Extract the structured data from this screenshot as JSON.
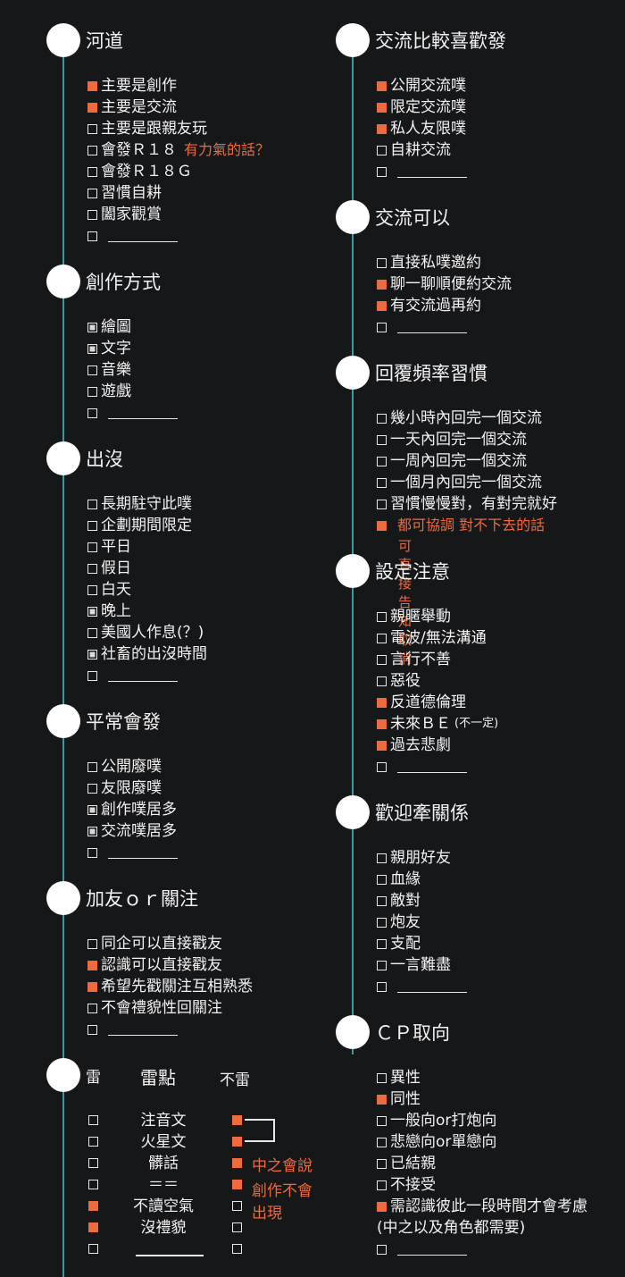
{
  "left": {
    "river": {
      "title": "河道",
      "items": [
        {
          "state": "orange",
          "text": "主要是創作"
        },
        {
          "state": "orange",
          "text": "主要是交流"
        },
        {
          "state": "empty",
          "text": "主要是跟親友玩"
        },
        {
          "state": "empty",
          "text": "會發Ｒ１８",
          "note": "有力氣的話？"
        },
        {
          "state": "empty",
          "text": "會發Ｒ１８Ｇ"
        },
        {
          "state": "empty",
          "text": "習慣自耕"
        },
        {
          "state": "empty",
          "text": "闔家觀賞"
        },
        {
          "state": "empty",
          "text": "",
          "blank": true
        }
      ]
    },
    "method": {
      "title": "創作方式",
      "items": [
        {
          "state": "white",
          "text": "繪圖"
        },
        {
          "state": "white",
          "text": "文字"
        },
        {
          "state": "empty",
          "text": "音樂"
        },
        {
          "state": "empty",
          "text": "遊戲"
        },
        {
          "state": "empty",
          "text": "",
          "blank": true
        }
      ]
    },
    "appear": {
      "title": "出沒",
      "items": [
        {
          "state": "empty",
          "text": "長期駐守此噗"
        },
        {
          "state": "empty",
          "text": "企劃期間限定"
        },
        {
          "state": "empty",
          "text": "平日"
        },
        {
          "state": "empty",
          "text": "假日"
        },
        {
          "state": "empty",
          "text": "白天"
        },
        {
          "state": "white",
          "text": "晚上"
        },
        {
          "state": "empty",
          "text": "美國人作息(？)"
        },
        {
          "state": "white",
          "text": "社畜的出沒時間"
        },
        {
          "state": "empty",
          "text": "",
          "blank": true
        }
      ]
    },
    "usual": {
      "title": "平常會發",
      "items": [
        {
          "state": "empty",
          "text": "公開廢噗"
        },
        {
          "state": "empty",
          "text": "友限廢噗"
        },
        {
          "state": "white",
          "text": "創作噗居多"
        },
        {
          "state": "white",
          "text": "交流噗居多"
        },
        {
          "state": "empty",
          "text": "",
          "blank": true
        }
      ]
    },
    "follow": {
      "title": "加友ｏｒ關注",
      "items": [
        {
          "state": "empty",
          "text": "同企可以直接戳友"
        },
        {
          "state": "orange",
          "text": "認識可以直接戳友"
        },
        {
          "state": "orange",
          "text": "希望先戳關注互相熟悉"
        },
        {
          "state": "empty",
          "text": "不會禮貌性回關注"
        },
        {
          "state": "empty",
          "text": "",
          "blank": true
        }
      ]
    },
    "mine": {
      "title_left": "雷",
      "title_mid": "雷點",
      "title_right": "不雷",
      "rows": [
        {
          "left": "empty",
          "text": "注音文",
          "right": "orange"
        },
        {
          "left": "empty",
          "text": "火星文",
          "right": "orange"
        },
        {
          "left": "empty",
          "text": "髒話",
          "right": "orange"
        },
        {
          "left": "empty",
          "text": "＝＝",
          "right": "orange"
        },
        {
          "left": "orange",
          "text": "不讀空氣",
          "right": "empty"
        },
        {
          "left": "orange",
          "text": "沒禮貌",
          "right": "empty"
        },
        {
          "left": "empty",
          "text": "",
          "right": "empty",
          "blank": true
        }
      ],
      "note_line1": "中之會說",
      "note_line2": "創作不會出現"
    }
  },
  "right": {
    "prefer": {
      "title": "交流比較喜歡發",
      "items": [
        {
          "state": "orange",
          "text": "公開交流噗"
        },
        {
          "state": "orange",
          "text": "限定交流噗"
        },
        {
          "state": "orange",
          "text": "私人友限噗"
        },
        {
          "state": "empty",
          "text": "自耕交流"
        },
        {
          "state": "empty",
          "text": "",
          "blank": true
        }
      ]
    },
    "ok": {
      "title": "交流可以",
      "items": [
        {
          "state": "empty",
          "text": "直接私噗邀約"
        },
        {
          "state": "orange",
          "text": "聊一聊順便約交流"
        },
        {
          "state": "orange",
          "text": "有交流過再約"
        },
        {
          "state": "empty",
          "text": "",
          "blank": true
        }
      ]
    },
    "reply": {
      "title": "回覆頻率習慣",
      "items": [
        {
          "state": "empty",
          "text": "幾小時內回完一個交流"
        },
        {
          "state": "empty",
          "text": "一天內回完一個交流"
        },
        {
          "state": "empty",
          "text": "一周內回完一個交流"
        },
        {
          "state": "empty",
          "text": "一個月內回完一個交流"
        },
        {
          "state": "empty",
          "text": "習慣慢慢對，有對完就好"
        },
        {
          "state": "orange",
          "text": "",
          "note": "都可協調 對不下去的話"
        }
      ],
      "note_line2": "可直接告知取消"
    },
    "setting": {
      "title": "設定注意",
      "items": [
        {
          "state": "empty",
          "text": "親暱舉動"
        },
        {
          "state": "empty",
          "text": "電波/無法溝通"
        },
        {
          "state": "empty",
          "text": "言行不善"
        },
        {
          "state": "empty",
          "text": "惡役"
        },
        {
          "state": "orange",
          "text": "反道德倫理"
        },
        {
          "state": "orange",
          "text": "未來ＢＥ",
          "small": "(不一定)"
        },
        {
          "state": "orange",
          "text": "過去悲劇"
        },
        {
          "state": "empty",
          "text": "",
          "blank": true
        }
      ]
    },
    "relation": {
      "title": "歡迎牽關係",
      "items": [
        {
          "state": "empty",
          "text": "親朋好友"
        },
        {
          "state": "empty",
          "text": "血緣"
        },
        {
          "state": "empty",
          "text": "敵對"
        },
        {
          "state": "empty",
          "text": "炮友"
        },
        {
          "state": "empty",
          "text": "支配"
        },
        {
          "state": "empty",
          "text": "一言難盡"
        },
        {
          "state": "empty",
          "text": "",
          "blank": true
        }
      ]
    },
    "cp": {
      "title": "ＣＰ取向",
      "items": [
        {
          "state": "empty",
          "text": "異性"
        },
        {
          "state": "orange",
          "text": "同性"
        },
        {
          "state": "empty",
          "text": "一般向or打炮向"
        },
        {
          "state": "empty",
          "text": "悲戀向or單戀向"
        },
        {
          "state": "empty",
          "text": "已結親"
        },
        {
          "state": "empty",
          "text": "不接受"
        },
        {
          "state": "orange",
          "text": "需認識彼此一段時間才會考慮"
        },
        {
          "state": "none",
          "text": "(中之以及角色都需要)"
        },
        {
          "state": "empty",
          "text": "",
          "blank": true
        }
      ]
    }
  },
  "colors": {
    "accent": "#ef6a3f",
    "line": "#3a9aa2",
    "background": "#161719",
    "text": "#f2f2f2"
  }
}
